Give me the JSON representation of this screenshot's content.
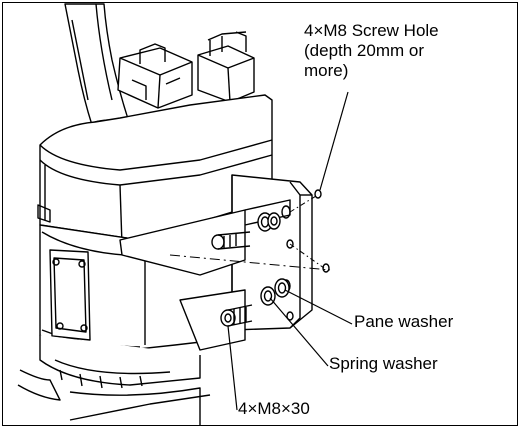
{
  "figure": {
    "callouts": {
      "screw_hole": "4×M8 Screw Hole\n(depth 20mm or\nmore)",
      "pane_washer": "Pane washer",
      "spring_washer": "Spring washer",
      "bolt": "4×M8×30"
    }
  }
}
